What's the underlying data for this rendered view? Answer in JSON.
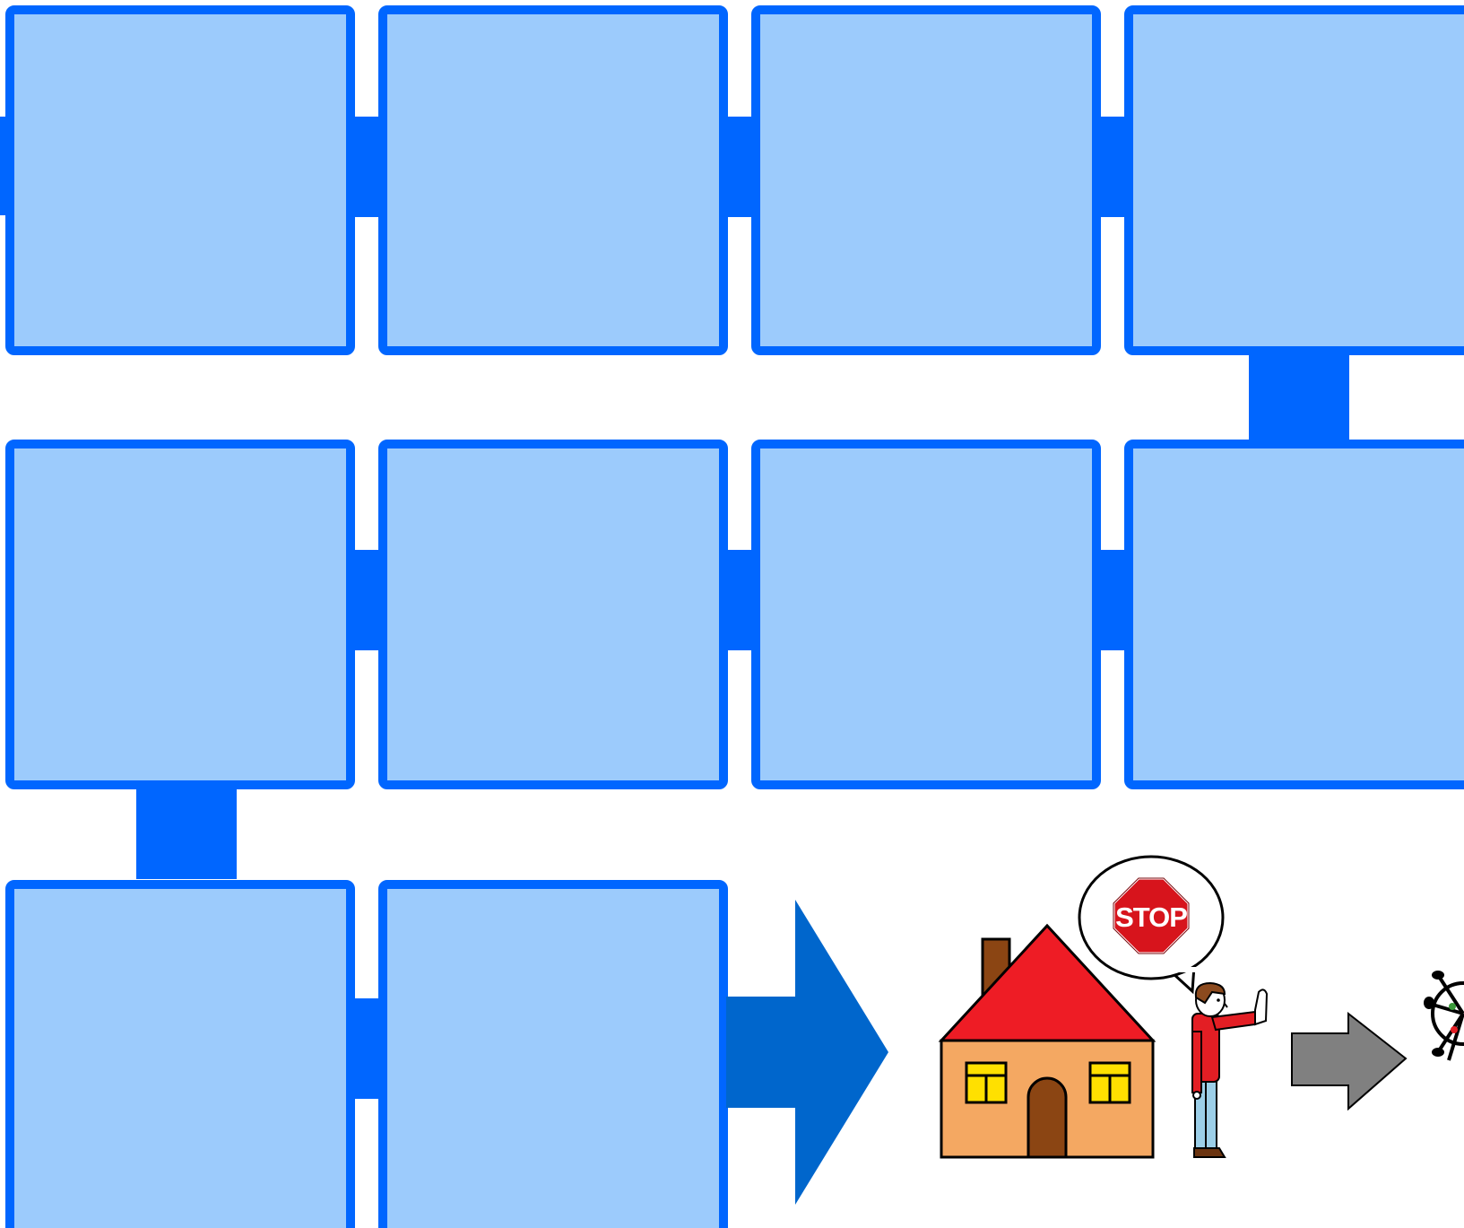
{
  "diagram": {
    "cells": [
      {
        "row": 1,
        "column": 1,
        "text": ""
      },
      {
        "row": 1,
        "column": 2,
        "text": ""
      },
      {
        "row": 1,
        "column": 3,
        "text": ""
      },
      {
        "row": 1,
        "column": 4,
        "text": ""
      },
      {
        "row": 2,
        "column": 1,
        "text": ""
      },
      {
        "row": 2,
        "column": 2,
        "text": ""
      },
      {
        "row": 2,
        "column": 3,
        "text": ""
      },
      {
        "row": 2,
        "column": 4,
        "text": ""
      },
      {
        "row": 3,
        "column": 1,
        "text": ""
      },
      {
        "row": 3,
        "column": 2,
        "text": ""
      }
    ],
    "colors": {
      "cell_fill": "#9ccbfc",
      "cell_border": "#0066ff",
      "connector": "#0066ff",
      "big_arrow": "#0066cc",
      "gray_arrow": "#808080"
    },
    "pictogram": {
      "icons": [
        "house-icon",
        "stop-sign-icon",
        "person-stop-gesture-icon",
        "virus-icon"
      ],
      "stop_sign_text": "STOP"
    }
  }
}
